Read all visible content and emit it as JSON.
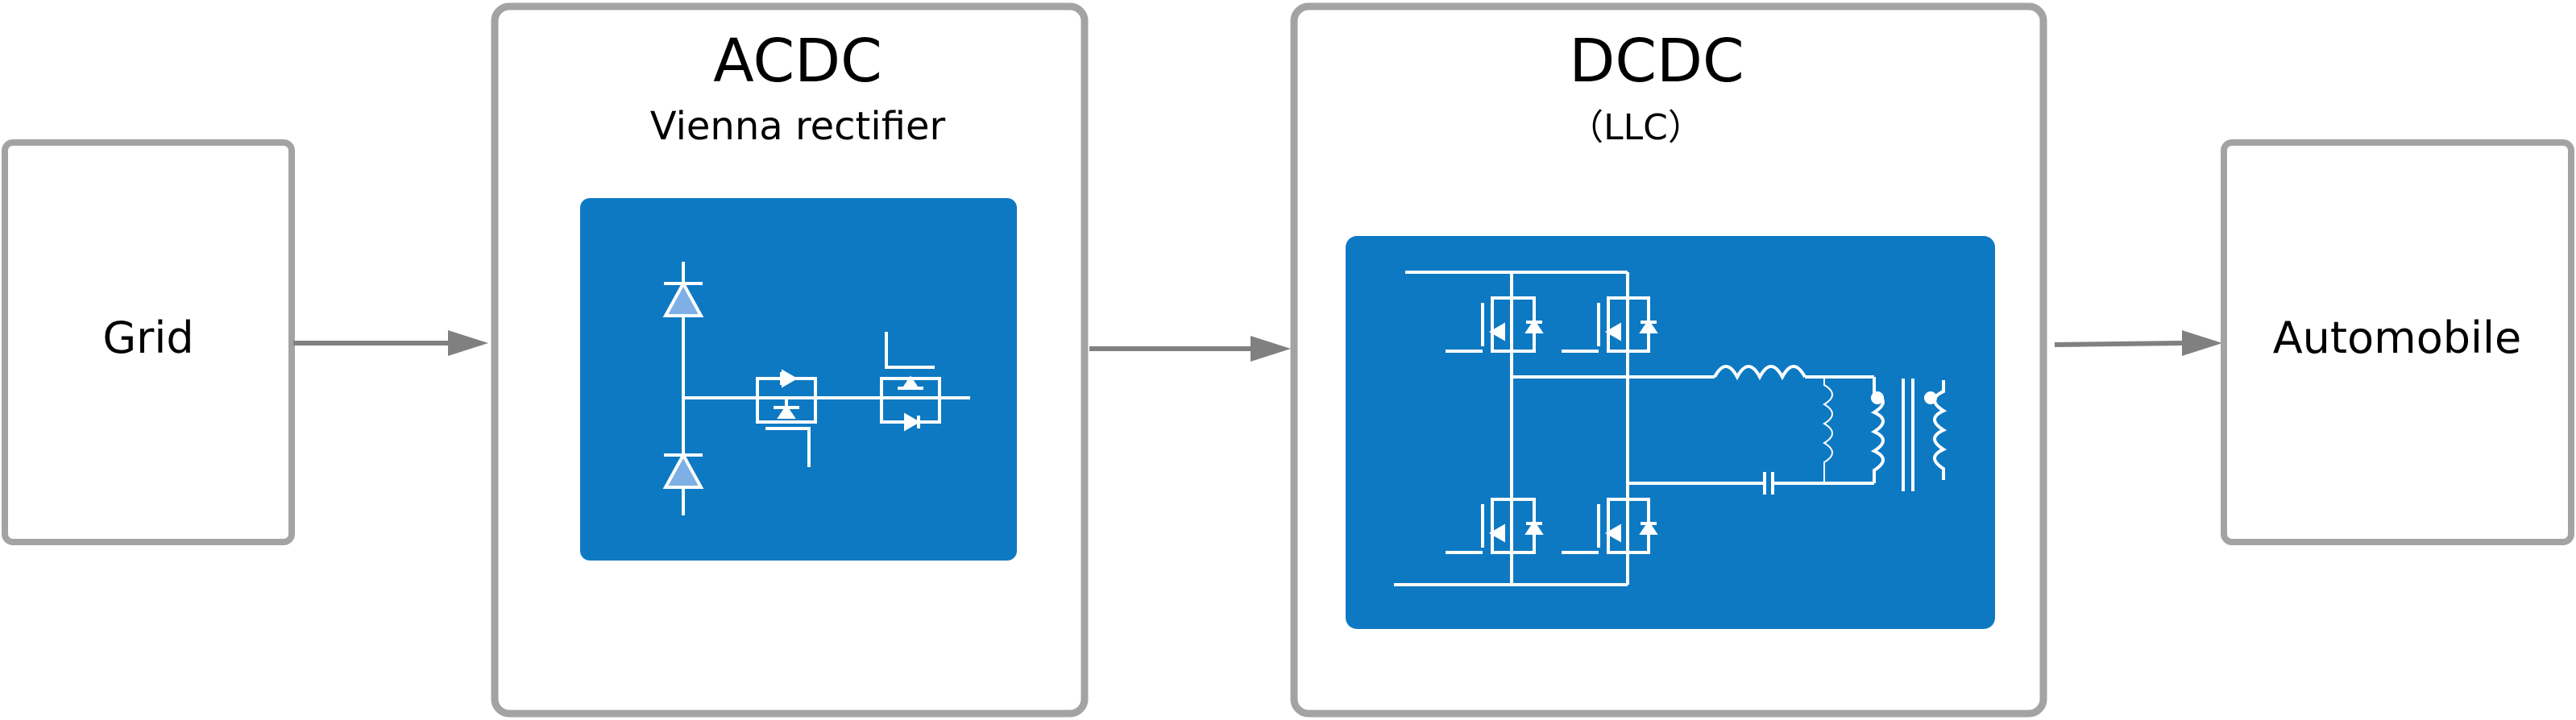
{
  "blocks": {
    "grid": {
      "label": "Grid"
    },
    "acdc": {
      "title": "ACDC",
      "subtitle": "Vienna rectifier"
    },
    "dcdc": {
      "title": "DCDC",
      "subtitle": "（LLC）"
    },
    "automobile": {
      "label": "Automobile"
    }
  },
  "colors": {
    "box_border": "#a3a3a3",
    "arrow": "#808080",
    "circuit_bg": "#0e79c3",
    "circuit_line": "#ffffff",
    "diode_fill": "#7eb0e6"
  }
}
